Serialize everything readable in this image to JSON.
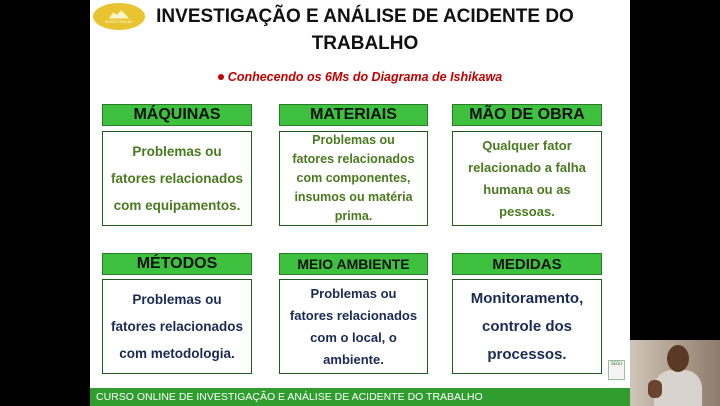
{
  "slide": {
    "logo_text": "INVESTIGAÇÃO",
    "title_line1": "INVESTIGAÇÃO E ANÁLISE DE ACIDENTE DO",
    "title_line2": "TRABALHO",
    "subtitle": "Conhecendo os 6Ms do Diagrama de Ishikawa",
    "cards": [
      {
        "heading": "MÁQUINAS",
        "lines": [
          "Problemas ou",
          "fatores relacionados",
          "com equipamentos."
        ]
      },
      {
        "heading": "MATERIAIS",
        "lines": [
          "Problemas ou",
          "fatores relacionados",
          "com componentes,",
          "insumos ou matéria",
          "prima."
        ]
      },
      {
        "heading": "MÃO DE OBRA",
        "lines": [
          "Qualquer fator",
          "relacionado a falha",
          "humana ou as",
          "pessoas."
        ]
      },
      {
        "heading": "MÉTODOS",
        "lines": [
          "Problemas ou",
          "fatores relacionados",
          "com metodologia."
        ]
      },
      {
        "heading": "MEIO AMBIENTE",
        "lines": [
          "Problemas ou",
          "fatores relacionados",
          "com o local, o",
          "ambiente."
        ]
      },
      {
        "heading": "MEDIDAS",
        "lines": [
          "Monitoramento,",
          "controle dos",
          "processos."
        ]
      }
    ]
  },
  "footer": {
    "text": "CURSO ONLINE DE INVESTIGAÇÃO E ANÁLISE DE ACIDENTE DO TRABALHO"
  },
  "mini_logo_text": "SEGU",
  "colors": {
    "header_green": "#3ec13e",
    "footer_green": "#2f9e2f",
    "subtitle_red": "#c00000",
    "body_green": "#4a7a1f",
    "body_navy": "#1a2a55"
  }
}
